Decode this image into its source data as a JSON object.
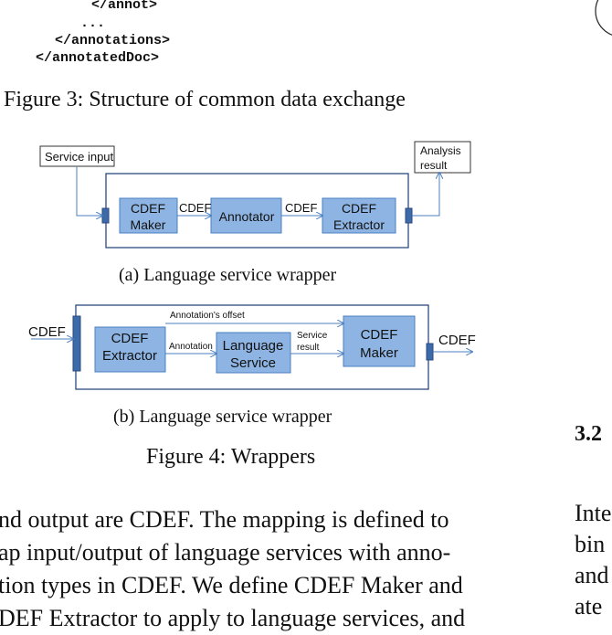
{
  "code_lines": [
    "</annot>",
    "...",
    "</annotations>",
    "</annotatedDoc>"
  ],
  "figure3_caption": "Figure 3: Structure of common data exchange",
  "figure4a": {
    "service_input": "Service input",
    "analysis_result": [
      "Analysis",
      "result"
    ],
    "cdef_maker": [
      "CDEF",
      "Maker"
    ],
    "annotator": "Annotator",
    "cdef_extractor": [
      "CDEF",
      "Extractor"
    ],
    "edge_label_1": "CDEF",
    "edge_label_2": "CDEF",
    "caption": "(a)  Language service wrapper"
  },
  "figure4b": {
    "cdef_in": "CDEF",
    "cdef_out": "CDEF",
    "cdef_extractor": [
      "CDEF",
      "Extractor"
    ],
    "language_service": [
      "Language",
      "Service"
    ],
    "cdef_maker": [
      "CDEF",
      "Maker"
    ],
    "annotations_offset": "Annotation's offset",
    "annotation": "Annotation",
    "service_result": [
      "Service",
      "result"
    ],
    "caption": "(b)  Language service wrapper"
  },
  "figure4_caption": "Figure 4: Wrappers",
  "body_lines": [
    "nd output are CDEF. The mapping is defined to",
    "ap input/output of language services with anno-",
    "tion types in CDEF. We define CDEF Maker and",
    "DEF Extractor to apply to language services, and"
  ],
  "right_column": {
    "section_number": "3.2",
    "lines": [
      "Inte",
      "bin",
      "and",
      "ate"
    ]
  }
}
